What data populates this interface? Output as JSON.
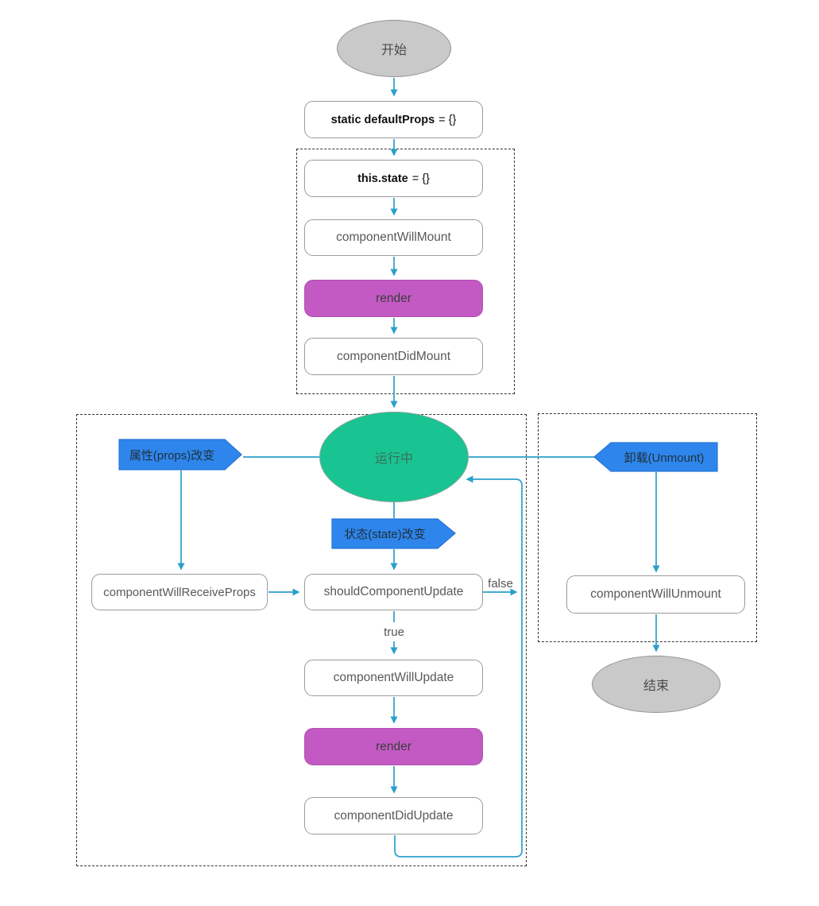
{
  "diagram": {
    "description": "React component lifecycle flowchart",
    "colors": {
      "connector": "#2AA0CB",
      "node_border": "#9B9B9B",
      "terminal_fill": "#C9C9C9",
      "running_fill": "#19C492",
      "render_fill": "#C35AC3",
      "tag_fill": "#2E86EC",
      "tag_border": "#2574D4",
      "dashed_border": "#333333"
    },
    "nodes": {
      "start": {
        "label": "开始"
      },
      "default_props": {
        "keyword": "static defaultProps",
        "assign": "= {}"
      },
      "state_init": {
        "keyword": "this.state",
        "assign": "= {}"
      },
      "component_will_mount": {
        "label": "componentWillMount"
      },
      "render_mount": {
        "label": "render"
      },
      "component_did_mount": {
        "label": "componentDidMount"
      },
      "running": {
        "label": "运行中"
      },
      "props_change": {
        "label": "属性(props)改变"
      },
      "state_change": {
        "label": "状态(state)改变"
      },
      "unmount": {
        "label": "卸载(Unmount)"
      },
      "component_will_receive_props": {
        "label": "componentWillReceiveProps"
      },
      "should_component_update": {
        "label": "shouldComponentUpdate"
      },
      "component_will_update": {
        "label": "componentWillUpdate"
      },
      "render_update": {
        "label": "render"
      },
      "component_did_update": {
        "label": "componentDidUpdate"
      },
      "component_will_unmount": {
        "label": "componentWillUnmount"
      },
      "end": {
        "label": "结束"
      }
    },
    "edge_labels": {
      "false_branch": "false",
      "true_branch": "true"
    }
  }
}
